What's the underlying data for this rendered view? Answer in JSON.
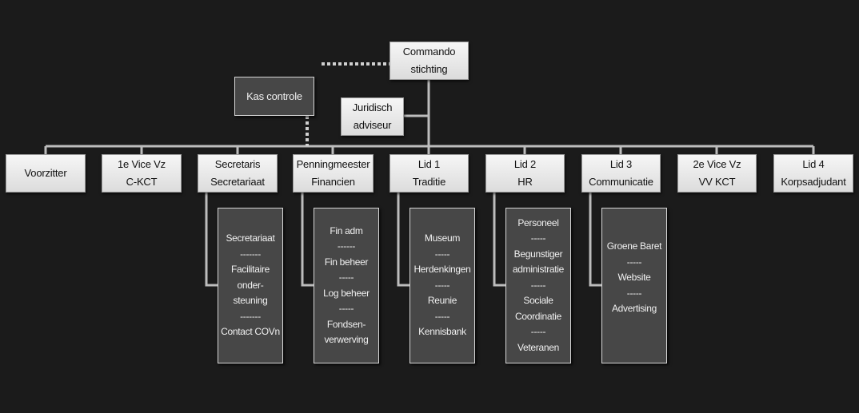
{
  "top": {
    "commando": [
      "Commando",
      "stichting"
    ],
    "kas": [
      "Kas controle"
    ],
    "juridisch": [
      "Juridisch",
      "adviseur"
    ]
  },
  "roles": [
    [
      "Voorzitter"
    ],
    [
      "1e Vice Vz",
      "C-KCT"
    ],
    [
      "Secretaris",
      "Secretariaat"
    ],
    [
      "Penningmeester",
      "Financien"
    ],
    [
      "Lid 1",
      "Traditie"
    ],
    [
      "Lid 2",
      "HR"
    ],
    [
      "Lid 3",
      "Communicatie"
    ],
    [
      "2e Vice Vz",
      "VV KCT"
    ],
    [
      "Lid 4",
      "Korpsadjudant"
    ]
  ],
  "subs": [
    [
      "Secretariaat",
      "-------",
      "Facilitaire",
      "onder-",
      "steuning",
      "-------",
      "Contact COVn"
    ],
    [
      "Fin adm",
      "------",
      "Fin beheer",
      "-----",
      "Log beheer",
      "-----",
      "Fondsen-",
      "verwerving"
    ],
    [
      "Museum",
      "-----",
      "Herdenkingen",
      "-----",
      "Reunie",
      "-----",
      "Kennisbank"
    ],
    [
      "Personeel",
      "-----",
      "Begunstiger",
      "administratie",
      "-----",
      "Sociale",
      "Coordinatie",
      "-----",
      "Veteranen"
    ],
    [
      "Groene Baret",
      "-----",
      "Website",
      "-----",
      "Advertising"
    ]
  ]
}
